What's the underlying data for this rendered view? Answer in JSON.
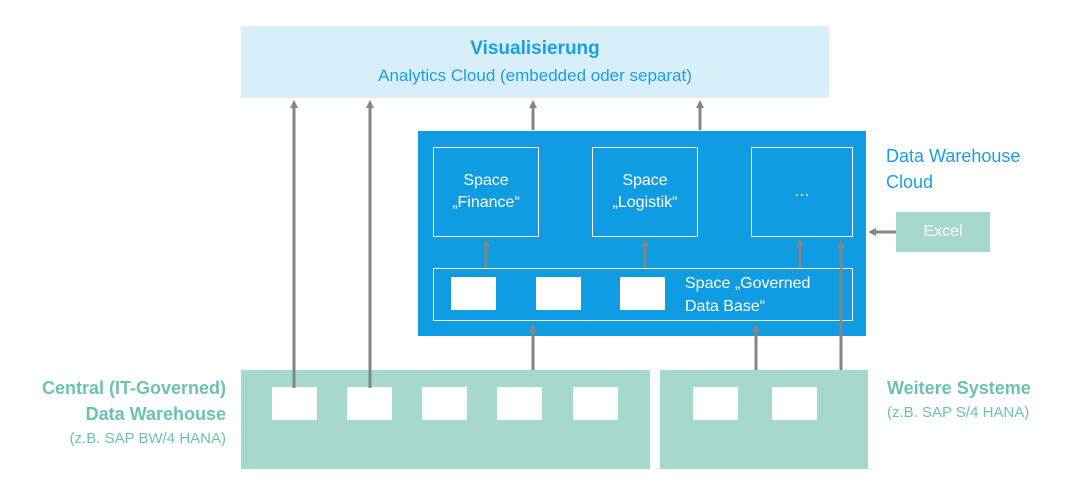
{
  "visualization": {
    "title": "Visualisierung",
    "subtitle": "Analytics Cloud (embedded oder separat)"
  },
  "dwc": {
    "label_line1": "Data Warehouse",
    "label_line2": "Cloud",
    "spaces": [
      {
        "line1": "Space",
        "line2": "„Finance“"
      },
      {
        "line1": "Space",
        "line2": "„Logistik“"
      },
      {
        "line1": "…",
        "line2": ""
      }
    ],
    "governed_line1": "Space „Governed",
    "governed_line2": "Data Base“"
  },
  "excel": {
    "label": "Excel"
  },
  "central_dw": {
    "line1": "Central (IT-Governed)",
    "line2": "Data Warehouse",
    "line3": "(z.B. SAP BW/4 HANA)"
  },
  "other_systems": {
    "line1": "Weitere Systeme",
    "line2": "(z.B. SAP S/4 HANA)"
  },
  "colors": {
    "light_blue": "#d8eef9",
    "blue": "#0f9ce3",
    "text_blue": "#1aa0e2",
    "teal": "#a6d8ce",
    "teal_text": "#6cc2b0",
    "arrow": "#858585"
  }
}
